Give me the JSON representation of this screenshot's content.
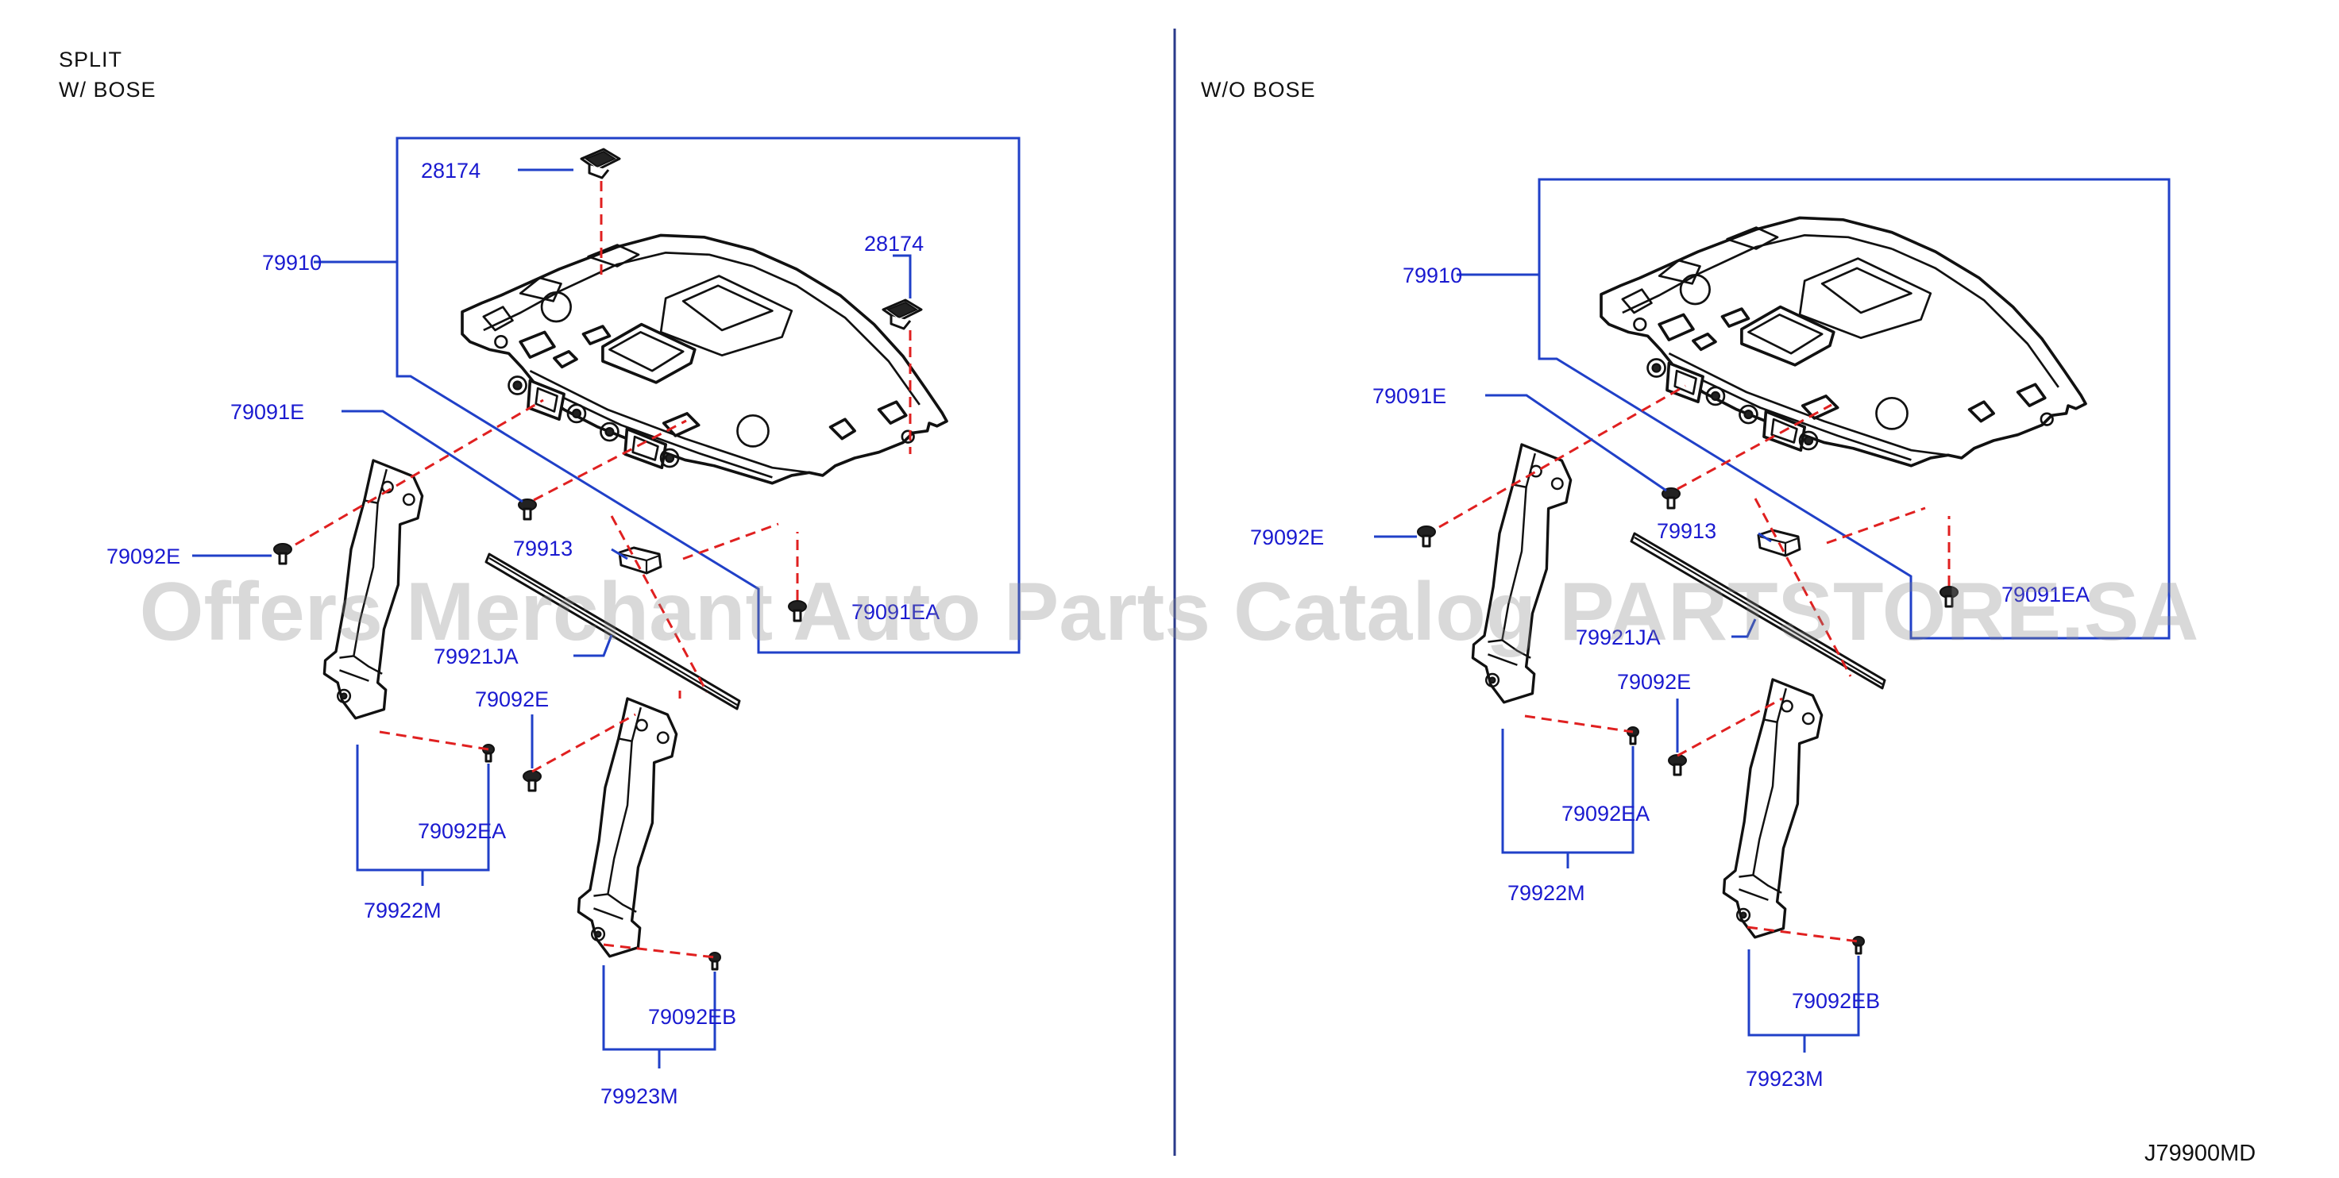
{
  "left_panel": {
    "header_line1": "SPLIT",
    "header_line2": "W/   BOSE",
    "labels": {
      "l28174a": "28174",
      "l28174b": "28174",
      "l79910": "79910",
      "l79091E": "79091E",
      "l79092E_a": "79092E",
      "l79913": "79913",
      "l79091EA": "79091EA",
      "l79921JA": "79921JA",
      "l79092E_b": "79092E",
      "l79092EA": "79092EA",
      "l79922M": "79922M",
      "l79092EB": "79092EB",
      "l79923M": "79923M"
    }
  },
  "right_panel": {
    "header": "W/O   BOSE",
    "labels": {
      "l79910": "79910",
      "l79091E": "79091E",
      "l79092E_a": "79092E",
      "l79913": "79913",
      "l79091EA": "79091EA",
      "l79921JA": "79921JA",
      "l79092E_b": "79092E",
      "l79092EA": "79092EA",
      "l79922M": "79922M",
      "l79092EB": "79092EB",
      "l79923M": "79923M"
    }
  },
  "diagram_code": "J79900MD",
  "watermark": "Offers Merchant Auto Parts Catalog PARTSTORE.SA",
  "colors": {
    "label_blue": "#1a1ad0",
    "leader_blue": "#2040c8",
    "dash_red": "#e02020",
    "divider": "#2a3a8a"
  }
}
